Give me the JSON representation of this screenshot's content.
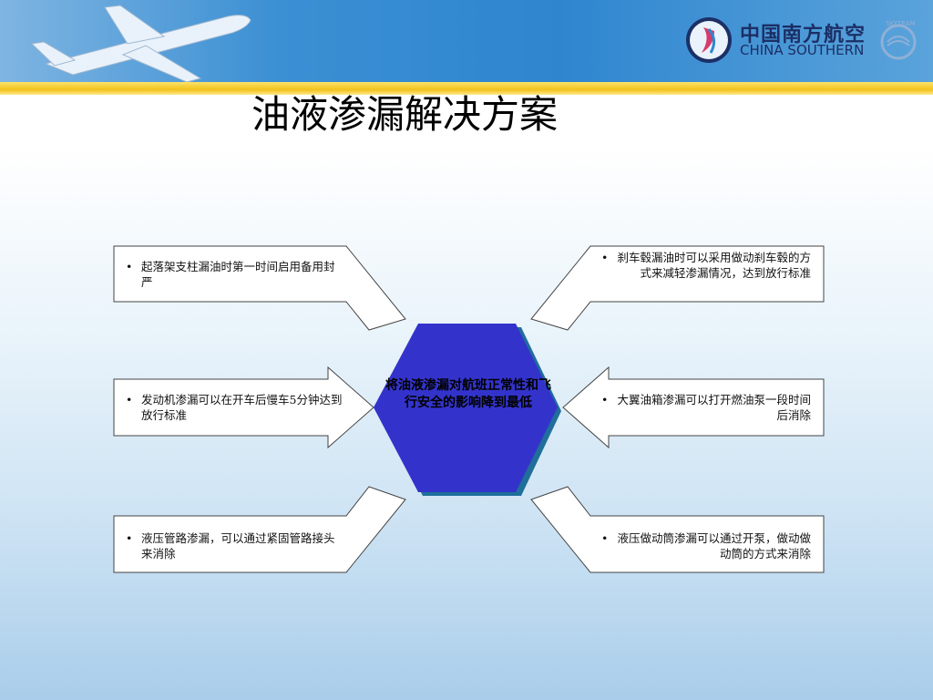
{
  "brand": {
    "name_cn": "中国南方航空",
    "name_en": "CHINA SOUTHERN",
    "alliance": "SKYTEAM"
  },
  "title": "油液渗漏解决方案",
  "center": "将油液渗漏对航班正常性和飞行安全的影响降到最低",
  "items": {
    "top_left": "起落架支柱漏油时第一时间启用备用封严",
    "mid_left": "发动机渗漏可以在开车后慢车5分钟达到放行标准",
    "bottom_left": "液压管路渗漏，可以通过紧固管路接头来消除",
    "top_right": "刹车毂漏油时可以采用做动刹车毂的方式来减轻渗漏情况，达到放行标准",
    "mid_right": "大翼油箱渗漏可以打开燃油泵一段时间后消除",
    "bottom_right": "液压做动筒渗漏可以通过开泵，做动做动筒的方式来消除"
  },
  "colors": {
    "hexagon_fill": "#3333cc",
    "hexagon_shadow": "#1f6f9a",
    "header_blue": "#2f86cf",
    "gold_stripe": "#f2c21b"
  }
}
